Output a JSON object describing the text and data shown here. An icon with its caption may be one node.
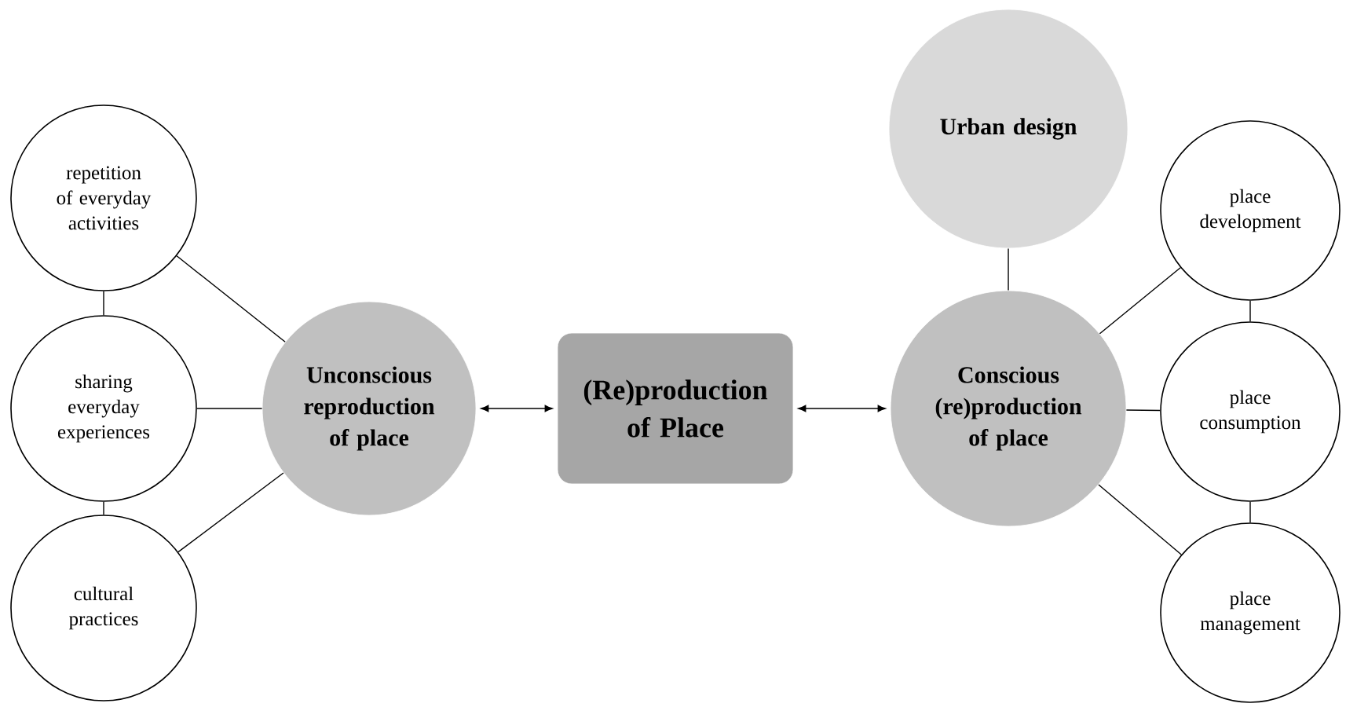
{
  "diagram": {
    "nodes": [
      {
        "text": [
          "repetition of everyday activities"
        ]
      },
      {
        "text": [
          "sharing everyday experiences"
        ]
      },
      {
        "text": [
          "cultural practices"
        ]
      },
      {
        "text": [
          "Unconscious reproduction of place"
        ]
      },
      {
        "text": [
          "(Re)production of Place"
        ]
      },
      {
        "text": [
          "Urban design"
        ]
      },
      {
        "text": [
          "Conscious (re)production of place"
        ]
      },
      {
        "text": [
          "place development"
        ]
      },
      {
        "text": [
          "place consumption"
        ]
      },
      {
        "text": [
          "place management"
        ]
      }
    ],
    "edges": [
      {
        "from": 0,
        "to": 3,
        "arrow": "none"
      },
      {
        "from": 1,
        "to": 3,
        "arrow": "none"
      },
      {
        "from": 2,
        "to": 3,
        "arrow": "none"
      },
      {
        "from": 0,
        "to": 1,
        "arrow": "none"
      },
      {
        "from": 1,
        "to": 2,
        "arrow": "none"
      },
      {
        "from": 3,
        "to": 4,
        "arrow": "both"
      },
      {
        "from": 4,
        "to": 6,
        "arrow": "both"
      },
      {
        "from": 5,
        "to": 6,
        "arrow": "none"
      },
      {
        "from": 6,
        "to": 7,
        "arrow": "none"
      },
      {
        "from": 6,
        "to": 8,
        "arrow": "none"
      },
      {
        "from": 6,
        "to": 9,
        "arrow": "none"
      },
      {
        "from": 7,
        "to": 8,
        "arrow": "none"
      },
      {
        "from": 8,
        "to": 9,
        "arrow": "none"
      }
    ]
  }
}
